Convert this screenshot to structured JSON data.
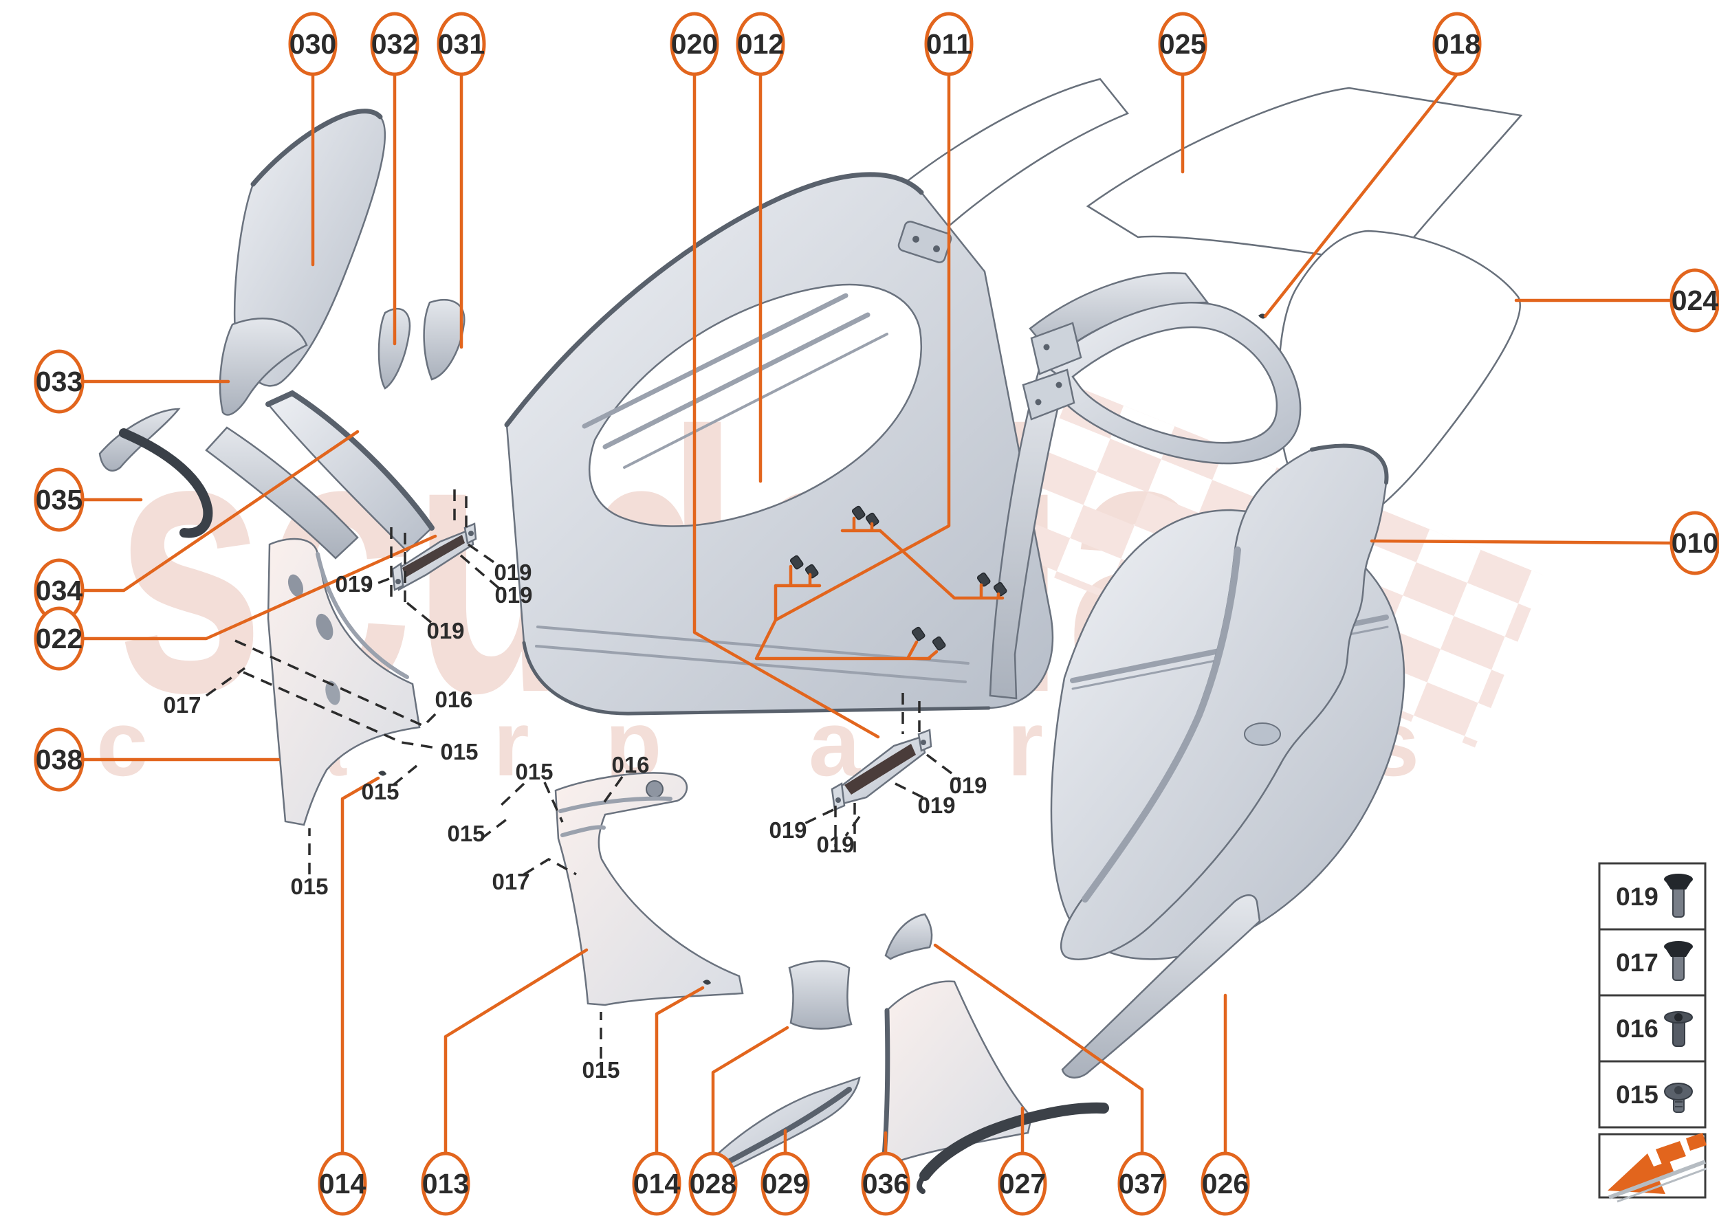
{
  "diagram": {
    "callouts": {
      "c010": "010",
      "c011": "011",
      "c012": "012",
      "c013": "013",
      "c014": "014",
      "c018": "018",
      "c020": "020",
      "c022": "022",
      "c024": "024",
      "c025": "025",
      "c026": "026",
      "c027": "027",
      "c028": "028",
      "c029": "029",
      "c030": "030",
      "c031": "031",
      "c032": "032",
      "c033": "033",
      "c034": "034",
      "c035": "035",
      "c036": "036",
      "c037": "037",
      "c038": "038"
    },
    "fasteners": {
      "f015": "015",
      "f016": "016",
      "f017": "017",
      "f019": "019"
    },
    "legend": {
      "rows": [
        {
          "code": "019",
          "icon": "countersunk-bolt-long-icon"
        },
        {
          "code": "017",
          "icon": "countersunk-bolt-icon"
        },
        {
          "code": "016",
          "icon": "flanged-sleeve-nut-icon"
        },
        {
          "code": "015",
          "icon": "round-head-screw-icon"
        }
      ]
    },
    "watermark": {
      "brand": "scuderia",
      "left_word": "c a r",
      "right_word": "p a r t s"
    },
    "colors": {
      "accent_orange": "#e2651d",
      "label_text": "#2b2b2b",
      "part_fill": "#d6dbe2",
      "part_edge": "#5b636e",
      "watermark_pink": "#f3ded8",
      "dark_part": "#3c424a"
    }
  }
}
